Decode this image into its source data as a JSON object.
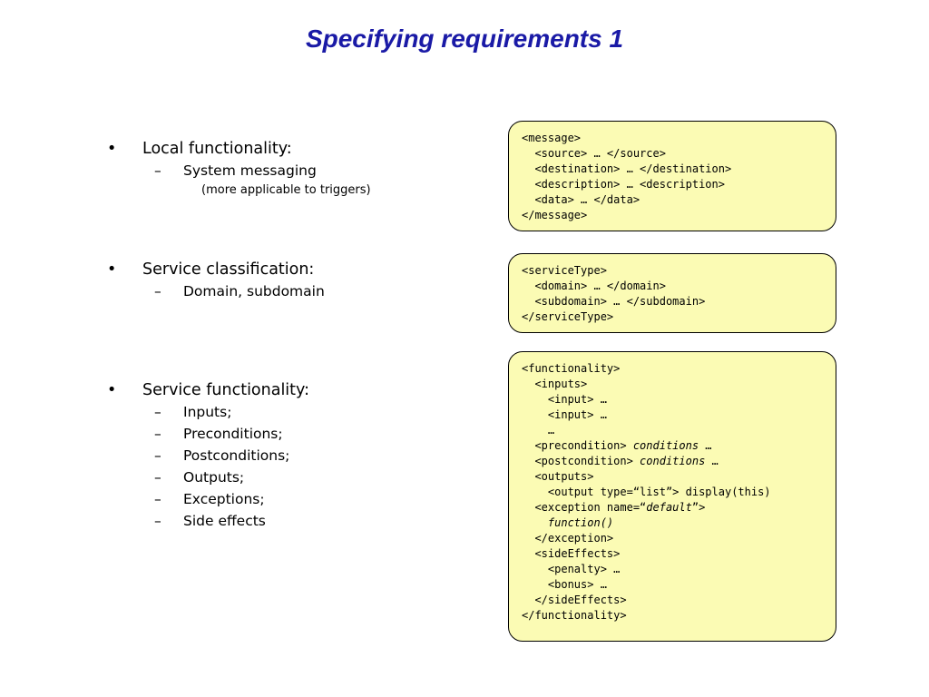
{
  "title": "Specifying requirements 1",
  "sections": [
    {
      "heading": "Local functionality:",
      "subs": [
        {
          "text": "System messaging",
          "note": "(more applicable to triggers)"
        }
      ]
    },
    {
      "heading": "Service classification:",
      "subs": [
        {
          "text": "Domain, subdomain"
        }
      ]
    },
    {
      "heading": "Service functionality:",
      "subs": [
        {
          "text": "Inputs;"
        },
        {
          "text": "Preconditions;"
        },
        {
          "text": "Postconditions;"
        },
        {
          "text": "Outputs;"
        },
        {
          "text": "Exceptions;"
        },
        {
          "text": "Side effects"
        }
      ]
    }
  ],
  "bullet": "•",
  "dash": "–",
  "boxes": [
    {
      "lines": [
        [
          {
            "t": "<message>"
          }
        ],
        [
          {
            "t": "  <source> … </source>"
          }
        ],
        [
          {
            "t": "  <destination> … </destination>"
          }
        ],
        [
          {
            "t": "  <description> … <description>"
          }
        ],
        [
          {
            "t": "  <data> … </data>"
          }
        ],
        [
          {
            "t": "</message>"
          }
        ]
      ]
    },
    {
      "lines": [
        [
          {
            "t": "<serviceType>"
          }
        ],
        [
          {
            "t": "  <domain> … </domain>"
          }
        ],
        [
          {
            "t": "  <subdomain> … </subdomain>"
          }
        ],
        [
          {
            "t": "</serviceType>"
          }
        ]
      ]
    },
    {
      "lines": [
        [
          {
            "t": "<functionality>"
          }
        ],
        [
          {
            "t": "  <inputs>"
          }
        ],
        [
          {
            "t": "    <input> …"
          }
        ],
        [
          {
            "t": "    <input> …"
          }
        ],
        [
          {
            "t": "    …"
          }
        ],
        [
          {
            "t": "  <precondition> "
          },
          {
            "t": "conditions",
            "i": true
          },
          {
            "t": " …"
          }
        ],
        [
          {
            "t": "  <postcondition> "
          },
          {
            "t": "conditions",
            "i": true
          },
          {
            "t": " …"
          }
        ],
        [
          {
            "t": "  <outputs>"
          }
        ],
        [
          {
            "t": "    <output type=“list”> display(this)"
          }
        ],
        [
          {
            "t": "  <exception name=“"
          },
          {
            "t": "default",
            "i": true
          },
          {
            "t": "”>"
          }
        ],
        [
          {
            "t": "    "
          },
          {
            "t": "function()",
            "i": true
          }
        ],
        [
          {
            "t": "  </exception>"
          }
        ],
        [
          {
            "t": "  <sideEffects>"
          }
        ],
        [
          {
            "t": "    <penalty> …"
          }
        ],
        [
          {
            "t": "    <bonus> …"
          }
        ],
        [
          {
            "t": "  </sideEffects>"
          }
        ],
        [
          {
            "t": "</functionality>"
          }
        ]
      ]
    }
  ]
}
